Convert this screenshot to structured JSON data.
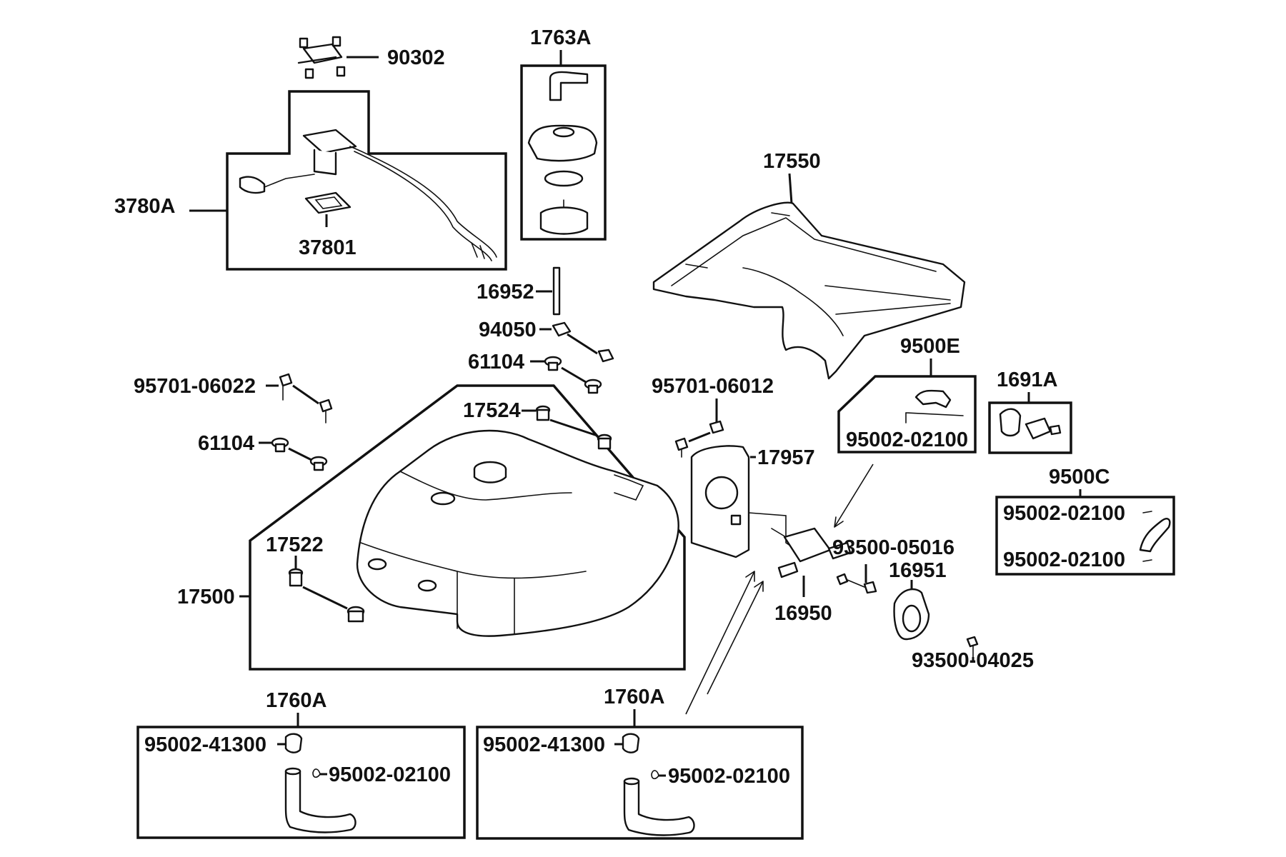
{
  "labels": {
    "p90302": "90302",
    "p1763A": "1763A",
    "p3780A": "3780A",
    "p37801": "37801",
    "p17550": "17550",
    "p16952": "16952",
    "p94050": "94050",
    "p61104a": "61104",
    "p95701_06022": "95701-06022",
    "p61104b": "61104",
    "p17524": "17524",
    "p95701_06012": "95701-06012",
    "p17957": "17957",
    "p9500E": "9500E",
    "p95002_02100_e": "95002-02100",
    "p1691A": "1691A",
    "p9500C": "9500C",
    "p95002_02100_c1": "95002-02100",
    "p95002_02100_c2": "95002-02100",
    "p17522": "17522",
    "p17500": "17500",
    "p93500_05016": "93500-05016",
    "p16951": "16951",
    "p16950": "16950",
    "p93500_04025": "93500-04025",
    "p1760A_left": "1760A",
    "p95002_41300_left": "95002-41300",
    "p95002_02100_left": "95002-02100",
    "p1760A_right": "1760A",
    "p95002_41300_right": "95002-41300",
    "p95002_02100_right": "95002-02100"
  },
  "style": {
    "ink": "#111111",
    "paper": "#ffffff"
  }
}
